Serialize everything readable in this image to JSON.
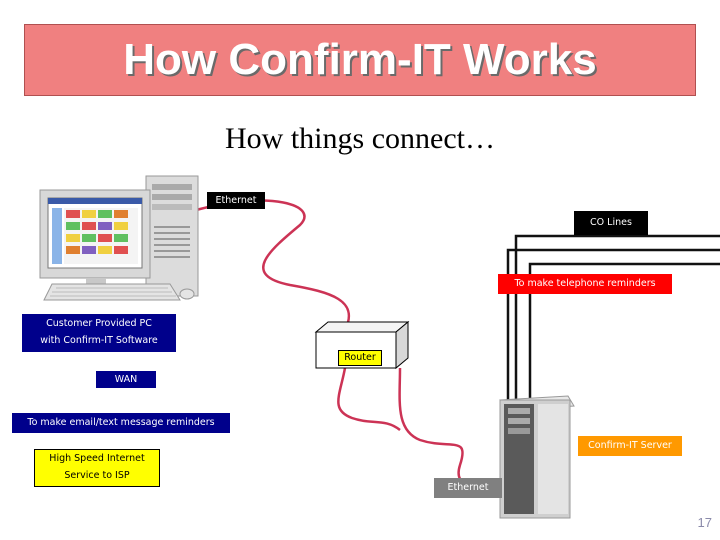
{
  "title": "How Confirm-IT Works",
  "subtitle": "How things connect…",
  "labels": {
    "ethernet_top": "Ethernet",
    "co_lines": "CO Lines",
    "telephone_reminders": "To make telephone reminders",
    "customer_pc_line1": "Customer Provided PC",
    "customer_pc_line2": "with Confirm-IT Software",
    "router": "Router",
    "wan": "WAN",
    "email_reminders": "To make email/text message reminders",
    "server": "Confirm-IT Server",
    "isp_line1": "High Speed Internet",
    "isp_line2": "Service to ISP",
    "ethernet_bottom": "Ethernet"
  },
  "page_number": "17",
  "colors": {
    "title_bg": "#f08080",
    "cable_red": "#cc3355",
    "label_blue": "#00008b",
    "label_red": "#ff0000",
    "label_yellow": "#ffff00",
    "label_orange": "#ff9900"
  },
  "icons": [
    "desktop-pc-icon",
    "router-box-icon",
    "server-tower-icon"
  ]
}
